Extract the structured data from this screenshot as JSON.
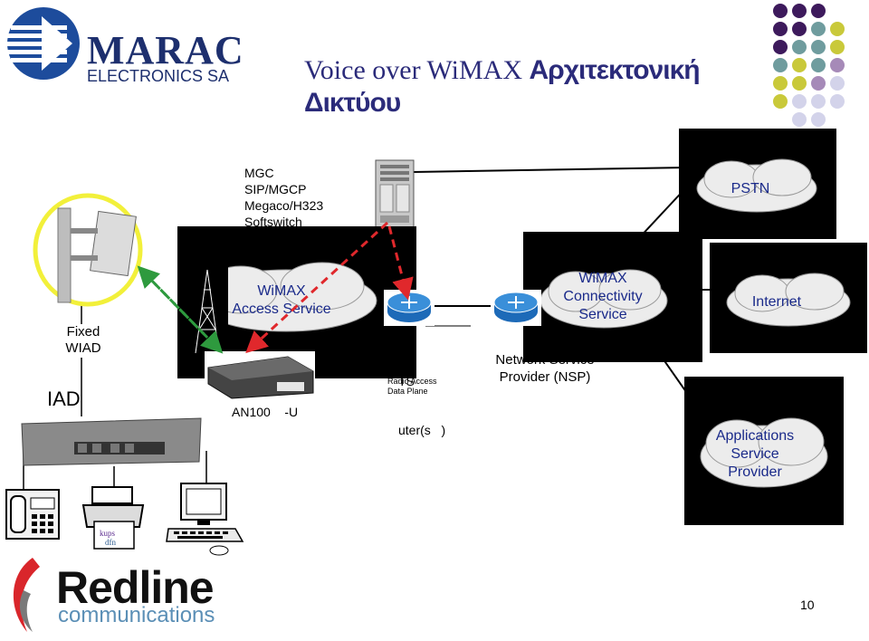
{
  "header": {
    "title_latin": "Voice over WiMAX",
    "title_greek_1": "Αρχιτεκτονική",
    "title_greek_2": "Δικτύου"
  },
  "marac_logo": {
    "name": "MARAC",
    "sub": "ELECTRONICS SA"
  },
  "softswitch": {
    "lines": [
      "MGC",
      "SIP/MGCP",
      "Megaco/H323",
      "Softswitch"
    ]
  },
  "clouds": {
    "access": [
      "WiMAX",
      "Access Service"
    ],
    "connectivity": [
      "WiMAX",
      "Connectivity",
      "Service"
    ],
    "pstn": "PSTN",
    "internet": "Internet",
    "applications": [
      "Applications",
      "Service",
      "Provider"
    ]
  },
  "labels": {
    "fixed_wiad": [
      "Fixed",
      "WIAD"
    ],
    "iad": "IAD",
    "an100": "AN100    -U",
    "router_partial": [
      "TS",
      "uter(s   )"
    ],
    "radio_access": [
      "Radio Access",
      "Data Plane"
    ],
    "nsp": [
      "Network Service",
      "Provider (NSP)"
    ]
  },
  "redline_logo": {
    "name": "Redline",
    "sub": "communications"
  },
  "page_number": "10",
  "colors": {
    "title": "#2b2b7a",
    "arrow_green": "#2e9a3e",
    "arrow_red": "#e0282c",
    "yellow_ring": "#f2f03a",
    "dot_purple": "#3d1a5c",
    "dot_teal": "#6f9c9e",
    "dot_olive": "#c9c93a",
    "dot_lilac": "#a68ab8",
    "dot_pale": "#d3d3ea"
  }
}
